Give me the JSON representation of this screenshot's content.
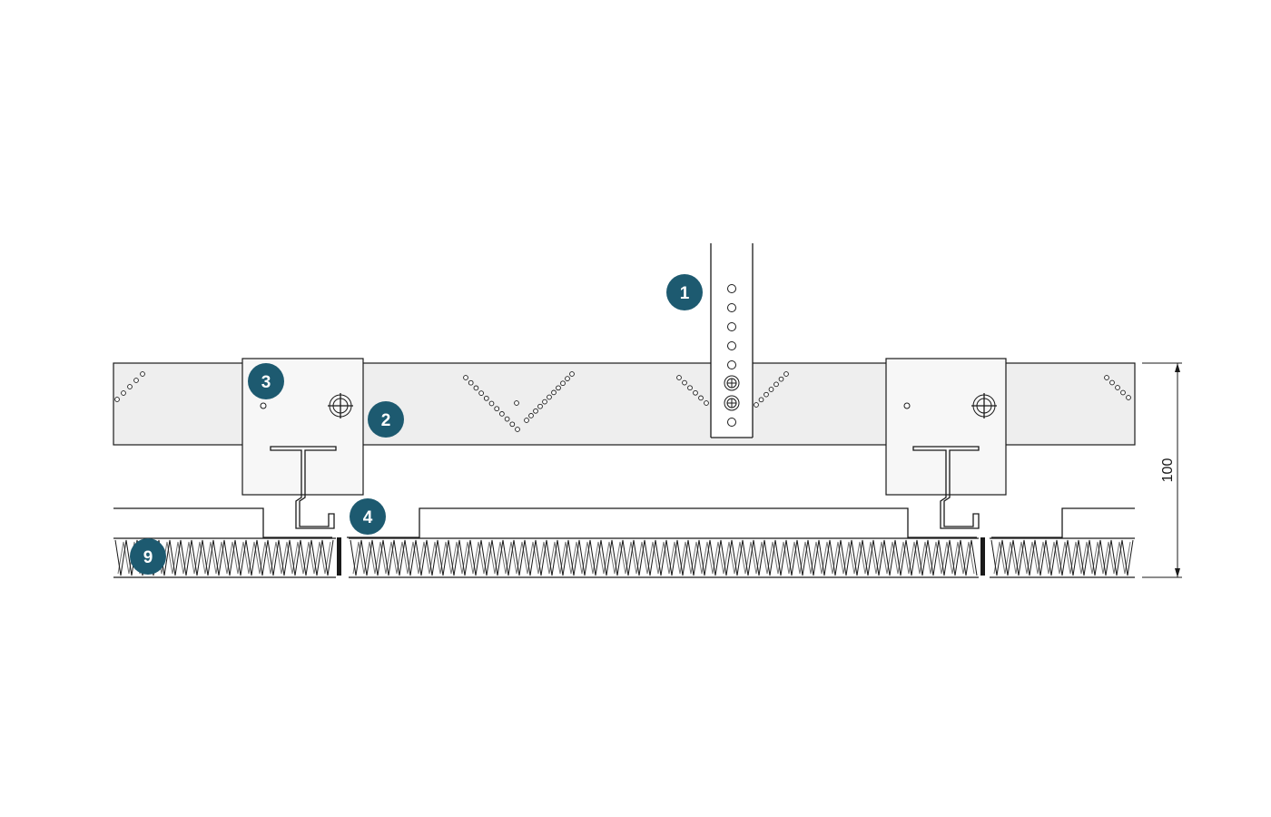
{
  "colors": {
    "callout": "#1d5a70",
    "panel": "#eeeeee",
    "line": "#1a1a1a"
  },
  "callouts": [
    {
      "id": "callout-1",
      "label": "1"
    },
    {
      "id": "callout-2",
      "label": "2"
    },
    {
      "id": "callout-3",
      "label": "3"
    },
    {
      "id": "callout-4",
      "label": "4"
    },
    {
      "id": "callout-9",
      "label": "9"
    }
  ],
  "dimension": {
    "value": "100"
  }
}
